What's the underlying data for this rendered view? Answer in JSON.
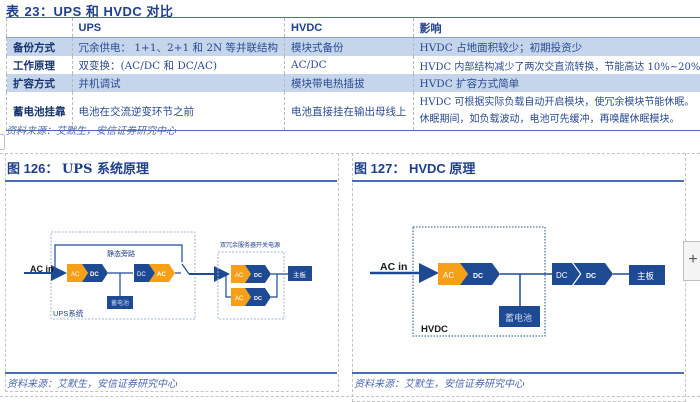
{
  "table": {
    "title_prefix": "表",
    "title_number": "23",
    "title_text": "：UPS 和 HVDC 对比",
    "headers": [
      "",
      "UPS",
      "HVDC",
      "影响"
    ],
    "rows": [
      {
        "label": "备份方式",
        "ups": "冗余供电： 1+1、2+1 和 2N 等并联结构",
        "hvdc": "模块式备份",
        "impact": "HVDC 占地面积较少；初期投资少",
        "shaded": true
      },
      {
        "label": "工作原理",
        "ups": "双变换：(AC/DC 和 DC/AC)",
        "hvdc": "AC/DC",
        "impact": "HVDC 内部结构减少了两次交直流转换，节能高达 10%~20%",
        "shaded": false
      },
      {
        "label": "扩容方式",
        "ups": "并机调试",
        "hvdc": "模块带电热插拔",
        "impact": "HVDC 扩容方式简单",
        "shaded": true
      },
      {
        "label": "蓄电池挂靠",
        "ups": "电池在交流逆变环节之前",
        "hvdc": "电池直接挂在输出母线上",
        "impact": "HVDC 可根据实际负载自动开启模块，使冗余模块节能休眠。休眠期间，如负载波动，电池可先缓冲，再唤醒休眠模块。",
        "shaded": false
      }
    ],
    "source": "资料来源：艾默生，安信证券研究中心"
  },
  "figures": [
    {
      "title_prefix": "图",
      "title_number": "126：",
      "title_text": "UPS 系统原理",
      "diagram": {
        "input_label": "AC in",
        "bypass_label": "静态旁路",
        "system_label": "UPS系统",
        "psu_label": "双冗余服务器开关电源",
        "battery_label": "蓄电池",
        "load_label": "主板",
        "stages": [
          {
            "from": "AC",
            "to": "DC"
          },
          {
            "from": "DC",
            "to": "AC"
          }
        ],
        "psu_stages": [
          {
            "from": "AC",
            "to": "DC"
          },
          {
            "from": "AC",
            "to": "DC"
          }
        ]
      },
      "source": "资料来源：艾默生，安信证券研究中心"
    },
    {
      "title_prefix": "图",
      "title_number": "127：",
      "title_text": "HVDC 原理",
      "diagram": {
        "input_label": "AC in",
        "system_label": "HVDC",
        "battery_label": "蓄电池",
        "load_label": "主板",
        "stages": [
          {
            "from": "AC",
            "to": "DC"
          },
          {
            "from": "DC",
            "to": "DC"
          }
        ]
      },
      "source": "资料来源：艾默生，安信证券研究中心"
    }
  ],
  "ui": {
    "side_button_label": "+"
  },
  "colors": {
    "navy": "#1e4a94",
    "orange": "#f5a016",
    "accent_line": "#4a6cb5",
    "row_shade": "#c5d5ec"
  }
}
